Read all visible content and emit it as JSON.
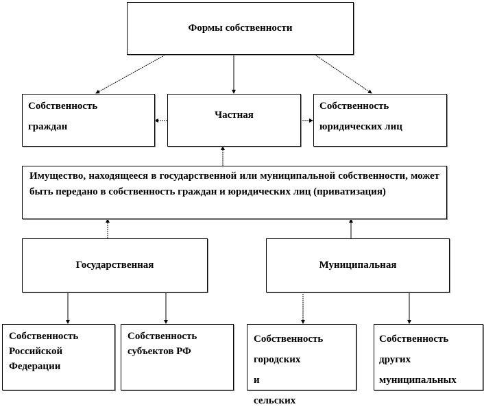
{
  "root": "Формы собственности",
  "private": "Частная",
  "citizens": [
    "Собственность",
    "граждан"
  ],
  "legal": [
    "Собственность",
    "юридических лиц"
  ],
  "privatization": "Имущество, находящееся в государственной или муниципальной собственности, может быть передано в собственность граждан и юридических лиц (приватизация)",
  "state": "Государственная",
  "municipal": "Муниципальная",
  "rf": [
    "Собственность",
    "Российской",
    "Федерации"
  ],
  "subjects": [
    "Собственность",
    "субъектов РФ"
  ],
  "urban_rural": [
    "Собственность",
    "городских и",
    "сельских"
  ],
  "other_municipal": [
    "Собственность",
    "других",
    "муниципальных"
  ]
}
